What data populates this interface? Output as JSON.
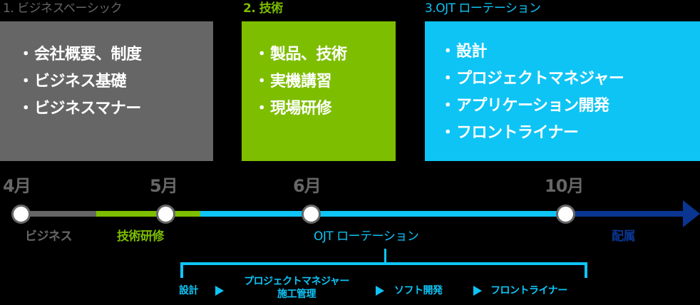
{
  "colors": {
    "business": "#666666",
    "tech": "#7dbe00",
    "ojt": "#0ec4f5",
    "assignment": "#0a3591",
    "node_border": "#666666",
    "month_label": "#666666"
  },
  "phases": [
    {
      "title": "1. ビジネスベーシック",
      "items": [
        "会社概要、制度",
        "ビジネス基礎",
        "ビジネスマナー"
      ]
    },
    {
      "title": "2. 技術",
      "items": [
        "製品、技術",
        "実機講習",
        "現場研修"
      ]
    },
    {
      "title": "3.OJT ローテーション",
      "items": [
        "設計",
        "プロジェクトマネジャー",
        "アプリケーション開発",
        "フロントライナー"
      ]
    }
  ],
  "bullet": "・",
  "timeline": {
    "months": [
      "4月",
      "5月",
      "6月",
      "10月"
    ],
    "segments": [
      {
        "label": "ビジネス"
      },
      {
        "label": "技術研修"
      },
      {
        "label": "OJT ローテーション"
      },
      {
        "label": "配属"
      }
    ]
  },
  "ojt_rotation_steps": [
    {
      "label": "設計"
    },
    {
      "label": "プロジェクトマネジャー",
      "sublabel": "施工管理"
    },
    {
      "label": "ソフト開発"
    },
    {
      "label": "フロントライナー"
    }
  ]
}
